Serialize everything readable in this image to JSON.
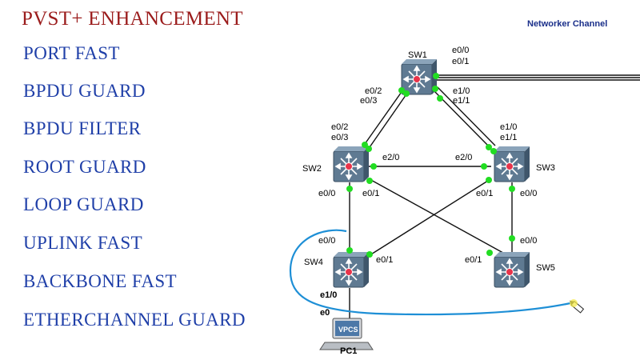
{
  "header": {
    "title": "PVST+ ENHANCEMENT",
    "channel": "Networker Channel"
  },
  "features": [
    "PORT FAST",
    "BPDU GUARD",
    "BPDU FILTER",
    "ROOT GUARD",
    "LOOP GUARD",
    "UPLINK FAST",
    "BACKBONE FAST",
    "ETHERCHANNEL GUARD"
  ],
  "devices": {
    "sw1": "SW1",
    "sw2": "SW2",
    "sw3": "SW3",
    "sw4": "SW4",
    "sw5": "SW5",
    "pc1": "PC1",
    "vpcs": "VPCS"
  },
  "ports": {
    "sw1_e00": "e0/0",
    "sw1_e01": "e0/1",
    "sw1_e02": "e0/2",
    "sw1_e03": "e0/3",
    "sw1_e10": "e1/0",
    "sw1_e11": "e1/1",
    "sw2_e02": "e0/2",
    "sw2_e03": "e0/3",
    "sw2_e20": "e2/0",
    "sw2_e00": "e0/0",
    "sw2_e01": "e0/1",
    "sw3_e10": "e1/0",
    "sw3_e11": "e1/1",
    "sw3_e20": "e2/0",
    "sw3_e01": "e0/1",
    "sw3_e00": "e0/0",
    "sw4_e00": "e0/0",
    "sw4_e01": "e0/1",
    "sw4_e10": "e1/0",
    "sw5_e01": "e0/1",
    "sw5_e00": "e0/0",
    "pc1_e0": "e0"
  },
  "colors": {
    "title": "#9b1c1c",
    "features": "#1f3fa8",
    "channel": "#1a2f8a",
    "link_up": "#22dd22",
    "annotation": "#1e8fd6",
    "switch": "#5f7a92"
  }
}
